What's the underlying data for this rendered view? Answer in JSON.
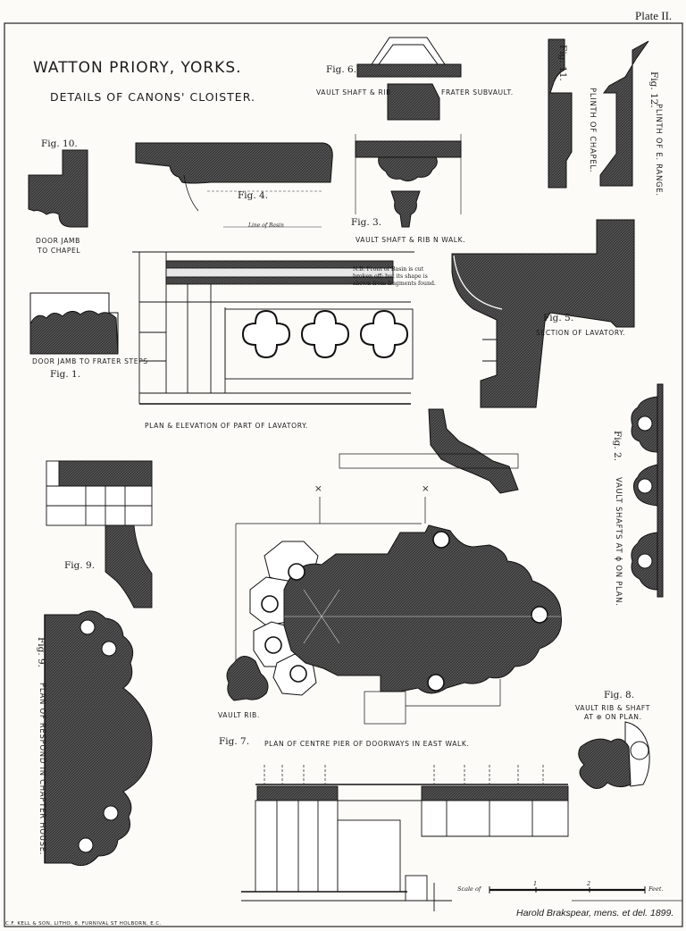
{
  "plate": {
    "label": "Plate II."
  },
  "header": {
    "title": "WATTON PRIORY, YORKS.",
    "subtitle": "DETAILS OF CANONS' CLOISTER."
  },
  "figures": {
    "fig1": {
      "number": "Fig. 1.",
      "caption": "DOOR JAMB TO FRATER STEPS"
    },
    "fig2": {
      "number": "Fig. 2.",
      "caption": "VAULT SHAFTS AT ϕ ON PLAN."
    },
    "fig3": {
      "number": "Fig. 3.",
      "caption": "VAULT SHAFT & RIB N WALK."
    },
    "fig4": {
      "number": "Fig. 4.",
      "caption": "PLAN & ELEVATION OF PART OF LAVATORY."
    },
    "fig5": {
      "number": "Fig. 5.",
      "caption": "SECTION OF LAVATORY."
    },
    "fig6": {
      "number": "Fig. 6.",
      "caption_left": "VAULT SHAFT & RIB",
      "caption_right": "FRATER SUBVAULT."
    },
    "fig7": {
      "number": "Fig. 7.",
      "caption": "PLAN OF CENTRE PIER OF DOORWAYS IN EAST WALK."
    },
    "fig8": {
      "number": "Fig. 8.",
      "caption_line1": "VAULT RIB & SHAFT",
      "caption_line2": "AT ⊕ ON PLAN."
    },
    "fig9": {
      "number": "Fig. 9.",
      "caption": "PLAN OF RESPOND IN CHAPTER HOUSE."
    },
    "fig9b": {
      "number": "Fig. 9."
    },
    "fig10": {
      "number": "Fig. 10.",
      "caption_line1": "DOOR JAMB",
      "caption_line2": "TO CHAPEL"
    },
    "fig11": {
      "number": "Fig. 11.",
      "caption": "PLINTH OF CHAPEL."
    },
    "fig12": {
      "number": "Fig. 12.",
      "caption": "PLINTH OF E. RANGE."
    },
    "vault_rib": {
      "caption": "VAULT RIB."
    }
  },
  "annotations": {
    "line_of_basin": "Line of Basin",
    "note": "N.B. Front of Basin is cut broken off; but its shape is shown from fragments found.",
    "cross_mark": "×"
  },
  "scale_bar": {
    "label": "Scale of",
    "ticks": [
      "1",
      "2"
    ],
    "unit": "Feet."
  },
  "signature": "Harold Brakspear, mens. et del. 1899.",
  "printer": "C.F. KELL & SON, LITHO, 8, FURNIVAL ST HOLBORN, E.C."
}
